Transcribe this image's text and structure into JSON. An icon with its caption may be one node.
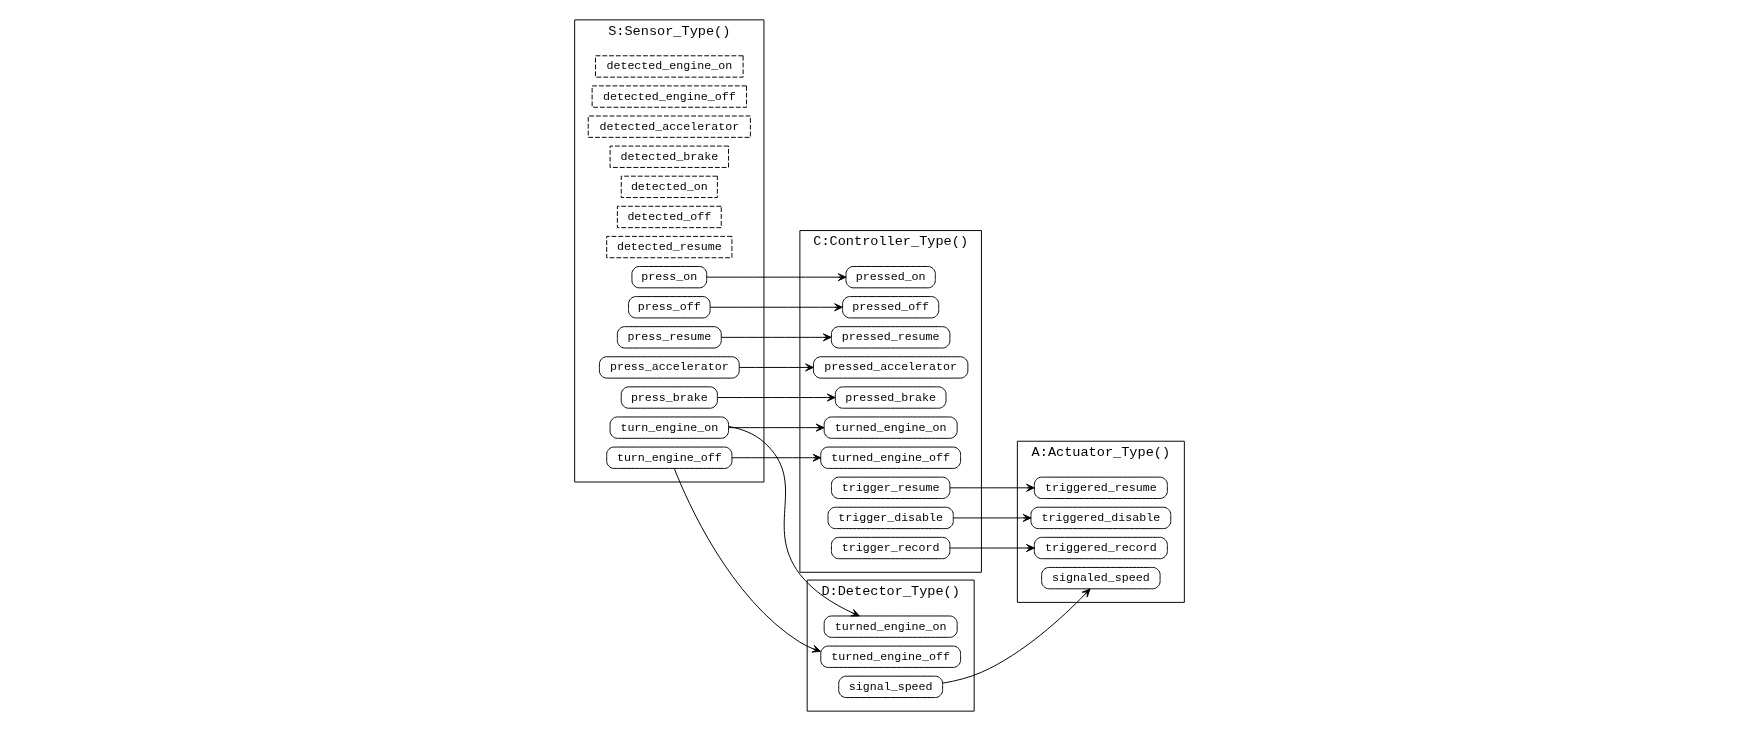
{
  "diagram": {
    "nodes": [
      {
        "text": [
          "S:Sensor_Type()"
        ]
      },
      {
        "text": [
          "detected_engine_on"
        ],
        "in": 0
      },
      {
        "text": [
          "detected_engine_off"
        ],
        "in": 0
      },
      {
        "text": [
          "detected_accelerator"
        ],
        "in": 0
      },
      {
        "text": [
          "detected_brake"
        ],
        "in": 0
      },
      {
        "text": [
          "detected_on"
        ],
        "in": 0
      },
      {
        "text": [
          "detected_off"
        ],
        "in": 0
      },
      {
        "text": [
          "detected_resume"
        ],
        "in": 0
      },
      {
        "text": [
          "press_accelerator"
        ],
        "in": 0
      },
      {
        "text": [
          "press_brake"
        ],
        "in": 0
      },
      {
        "text": [
          "press_on"
        ],
        "in": 0
      },
      {
        "text": [
          "press_off"
        ],
        "in": 0
      },
      {
        "text": [
          "press_resume"
        ],
        "in": 0
      },
      {
        "text": [
          "turn_engine_on"
        ],
        "in": 0
      },
      {
        "text": [
          "turn_engine_off"
        ],
        "in": 0
      },
      {
        "text": [
          "C:Controller_Type()"
        ]
      },
      {
        "text": [
          "pressed_accelerator"
        ],
        "in": 15
      },
      {
        "text": [
          "pressed_brake"
        ],
        "in": 15
      },
      {
        "text": [
          "pressed_on"
        ],
        "in": 15
      },
      {
        "text": [
          "pressed_off"
        ],
        "in": 15
      },
      {
        "text": [
          "pressed_resume"
        ],
        "in": 15
      },
      {
        "text": [
          "turned_engine_off"
        ],
        "in": 15
      },
      {
        "text": [
          "turned_engine_on"
        ],
        "in": 15
      },
      {
        "text": [
          "trigger_record"
        ],
        "in": 15
      },
      {
        "text": [
          "trigger_resume"
        ],
        "in": 15
      },
      {
        "text": [
          "trigger_disable"
        ],
        "in": 15
      },
      {
        "text": [
          "D:Detector_Type()"
        ]
      },
      {
        "text": [
          "turned_engine_on"
        ],
        "in": 26
      },
      {
        "text": [
          "turned_engine_off"
        ],
        "in": 26
      },
      {
        "text": [
          "signal_speed"
        ],
        "in": 26
      },
      {
        "text": [
          "A:Actuator_Type()"
        ]
      },
      {
        "text": [
          "signaled_speed"
        ],
        "in": 30
      },
      {
        "text": [
          "triggered_record"
        ],
        "in": 30
      },
      {
        "text": [
          "triggered_resume"
        ],
        "in": 30
      },
      {
        "text": [
          "triggered_disable"
        ],
        "in": 30
      }
    ],
    "edges": [
      {
        "from": 8,
        "to": 16,
        "arrow": "to"
      },
      {
        "from": 9,
        "to": 17,
        "arrow": "to"
      },
      {
        "from": 10,
        "to": 18,
        "arrow": "to"
      },
      {
        "from": 11,
        "to": 19,
        "arrow": "to"
      },
      {
        "from": 12,
        "to": 20,
        "arrow": "to"
      },
      {
        "from": 14,
        "to": 21,
        "arrow": "to"
      },
      {
        "from": 13,
        "to": 22,
        "arrow": "to"
      },
      {
        "from": 13,
        "to": 27,
        "arrow": "to"
      },
      {
        "from": 14,
        "to": 28,
        "arrow": "to"
      },
      {
        "from": 23,
        "to": 32,
        "arrow": "to"
      },
      {
        "from": 24,
        "to": 33,
        "arrow": "to"
      },
      {
        "from": 25,
        "to": 34,
        "arrow": "to"
      },
      {
        "from": 29,
        "to": 31,
        "arrow": "to"
      }
    ]
  }
}
